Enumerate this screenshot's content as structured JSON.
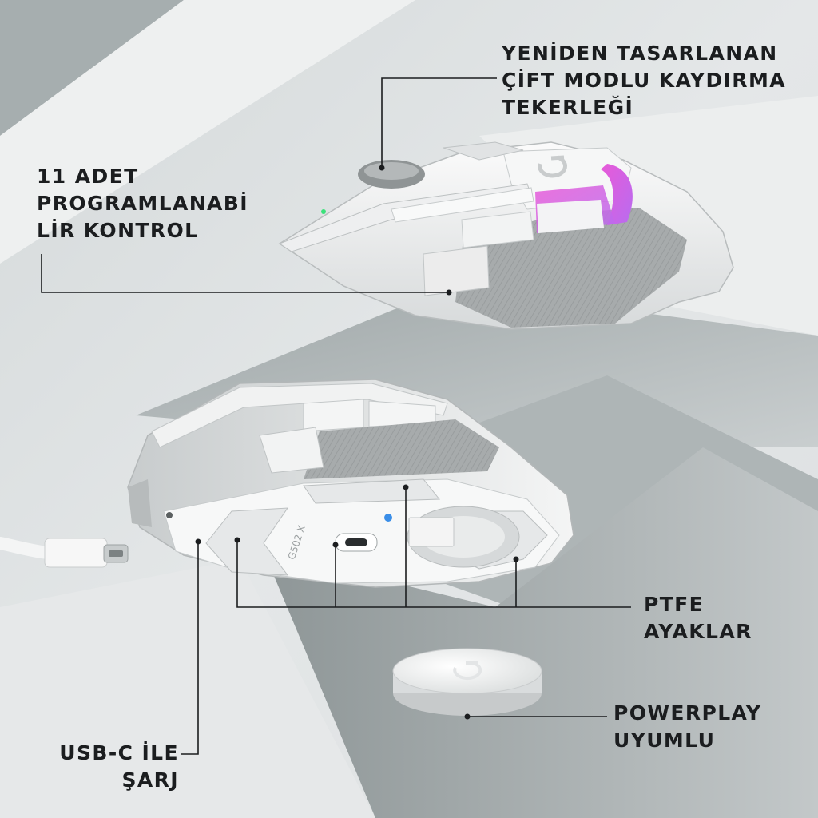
{
  "callouts": {
    "scroll_wheel": {
      "lines": [
        "YENİDEN TASARLANAN",
        "ÇİFT MODLU KAYDIRMA",
        "TEKERLEĞİ"
      ]
    },
    "programmable": {
      "lines": [
        "11 ADET",
        "PROGRAMLANABİ",
        "LİR KONTROL"
      ]
    },
    "ptfe": {
      "lines": [
        "PTFE",
        "AYAKLAR"
      ]
    },
    "powerplay": {
      "lines": [
        "POWERPLAY",
        "UYUMLU"
      ]
    },
    "usb_c": {
      "lines": [
        "USB-C İLE",
        "ŞARJ"
      ]
    }
  },
  "product": {
    "model_marking": "G502 X",
    "colorway": "white",
    "accent_colors": {
      "rgb_glow_pink": "#e85ad8",
      "rgb_glow_violet": "#b86cf0",
      "indicator_green": "#3be27a",
      "indicator_blue": "#3a8ee8"
    }
  },
  "icons": [
    "logitech-g-logo",
    "usb-c-connector",
    "scroll-wheel",
    "ptfe-foot"
  ]
}
